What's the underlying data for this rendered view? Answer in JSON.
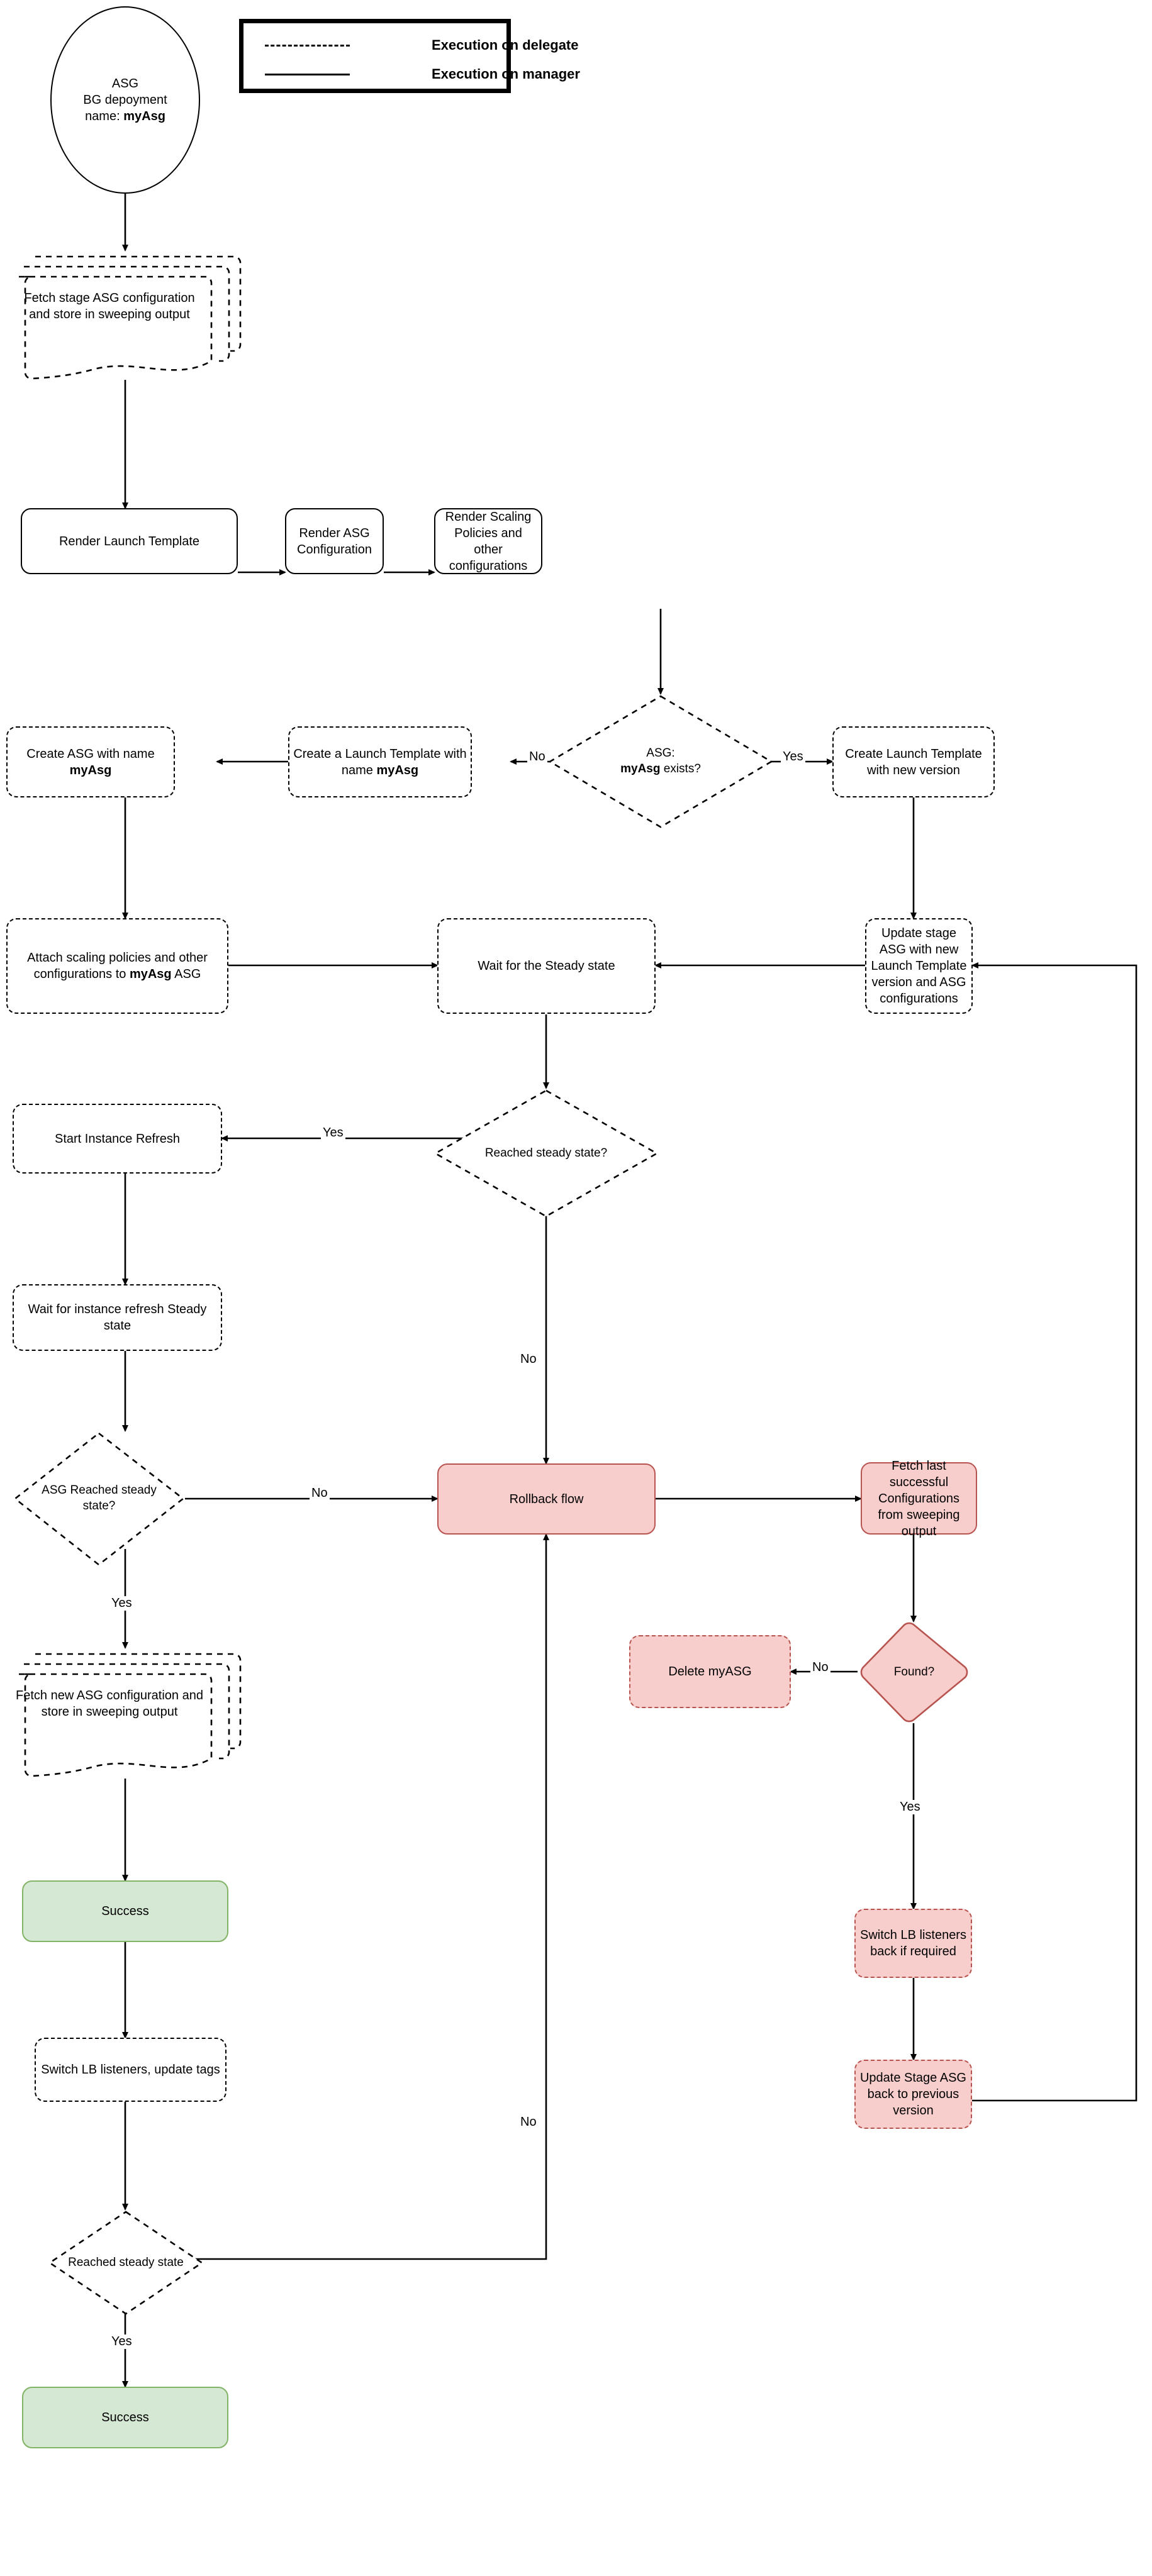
{
  "diagram": {
    "title": "ASG Blue-Green Deployment Flow",
    "colors": {
      "pink_fill": "#f8cecc",
      "pink_stroke": "#b85450",
      "green_fill": "#d5e8d4",
      "green_stroke": "#82b366",
      "default_stroke": "#000000",
      "background": "#ffffff"
    }
  },
  "legend": {
    "rows": [
      {
        "style": "dashed",
        "label": "Execution on delegate"
      },
      {
        "style": "solid",
        "label": "Execution on manager"
      }
    ]
  },
  "nodes": {
    "start": {
      "line1": "ASG",
      "line2": "BG depoyment",
      "line3_prefix": "name: ",
      "line3_bold": "myAsg"
    },
    "fetch_stage_asg": "Fetch stage ASG configuration and store in sweeping output",
    "render_launch_template": "Render Launch Template",
    "render_asg_config": "Render ASG Configuration",
    "render_scaling_policies": "Render Scaling Policies and other configurations",
    "asg_exists": {
      "line1": "ASG:",
      "line2_bold": "myAsg",
      "line2_rest": " exists?"
    },
    "create_launch_template_new_version": "Create Launch Template with new version",
    "create_launch_template_named": {
      "pre": "Create a Launch Template with name ",
      "bold": "myAsg"
    },
    "create_asg_named": {
      "pre": "Create ASG with name ",
      "bold": "myAsg"
    },
    "attach_scaling_policies": {
      "pre": "Attach scaling policies and other configurations to ",
      "bold": "myAsg",
      "post": " ASG"
    },
    "wait_steady_state": "Wait for the Steady state",
    "update_stage_asg": "Update stage ASG with new Launch Template version and ASG configurations",
    "reached_steady_state_q": "Reached steady state?",
    "start_instance_refresh": "Start Instance Refresh",
    "wait_instance_refresh": "Wait for instance refresh Steady state",
    "asg_reached_steady_state_q": "ASG Reached steady state?",
    "rollback_flow": "Rollback flow",
    "fetch_last_successful": "Fetch last successful Configurations from sweeping output",
    "found_q": "Found?",
    "delete_myasg": "Delete myASG",
    "fetch_new_asg": "Fetch new ASG configuration and store in sweeping output",
    "success_top": "Success",
    "switch_lb_listeners_update_tags": "Switch LB listeners, update tags",
    "switch_lb_back": "Switch LB listeners back if required",
    "update_stage_asg_back": "Update Stage ASG back to previous version",
    "reached_steady_state_final": "Reached steady state",
    "success_bottom": "Success"
  },
  "edge_labels": {
    "exists_no": "No",
    "exists_yes": "Yes",
    "steady_yes": "Yes",
    "steady_no": "No",
    "asg_reached_no": "No",
    "asg_reached_yes": "Yes",
    "found_no": "No",
    "found_yes": "Yes",
    "rollback_return_no": "No",
    "final_yes": "Yes"
  }
}
